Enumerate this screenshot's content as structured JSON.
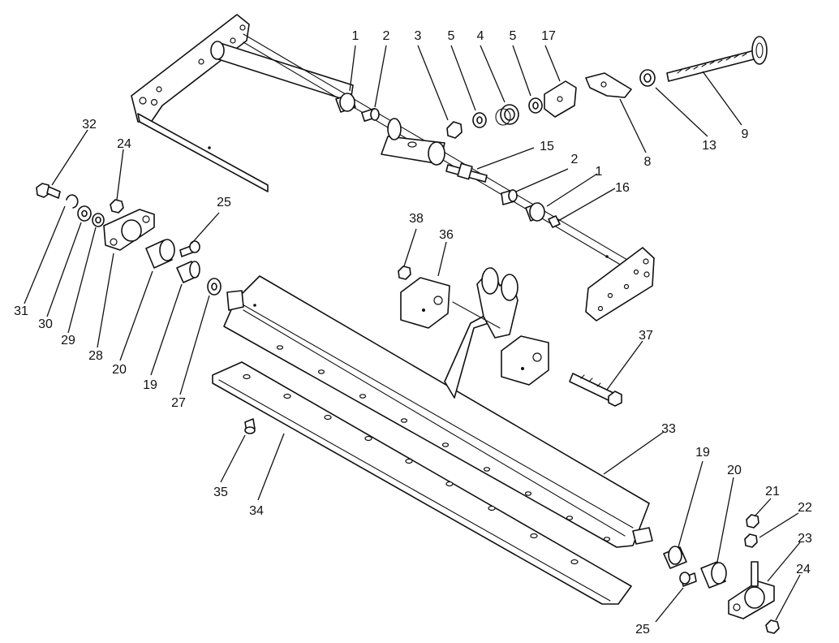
{
  "callouts": {
    "c1a": "1",
    "c2a": "2",
    "c3": "3",
    "c5a": "5",
    "c4": "4",
    "c5b": "5",
    "c17": "17",
    "c8": "8",
    "c13": "13",
    "c9": "9",
    "c15": "15",
    "c2b": "2",
    "c1b": "1",
    "c16": "16",
    "c32": "32",
    "c24a": "24",
    "c25a": "25",
    "c38": "38",
    "c36": "36",
    "c37": "37",
    "c31": "31",
    "c30": "30",
    "c29": "29",
    "c28": "28",
    "c20a": "20",
    "c19a": "19",
    "c27": "27",
    "c33": "33",
    "c19b": "19",
    "c20b": "20",
    "c21": "21",
    "c22": "22",
    "c23": "23",
    "c24b": "24",
    "c35": "35",
    "c34": "34",
    "c25b": "25"
  }
}
